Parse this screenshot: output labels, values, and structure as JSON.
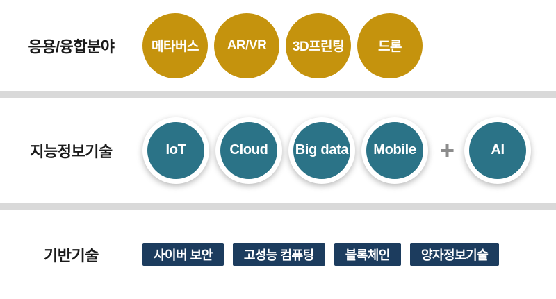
{
  "rows": [
    {
      "label": "응용/융합분야",
      "items": [
        "메타버스",
        "AR/VR",
        "3D프린팅",
        "드론"
      ]
    },
    {
      "label": "지능정보기술",
      "items": [
        "IoT",
        "Cloud",
        "Big data",
        "Mobile"
      ],
      "plus": "+",
      "extra": "AI"
    },
    {
      "label": "기반기술",
      "items": [
        "사이버 보안",
        "고성능 컴퓨팅",
        "블록체인",
        "양자정보기술"
      ]
    }
  ],
  "colors": {
    "gold_circle": "#c5930d",
    "teal_circle": "#2b7387",
    "navy_box": "#1c3c5e",
    "divider": "#d9d9d9",
    "plus_sign": "#8c8c8c",
    "label_text": "#1a1a1a",
    "item_text": "#ffffff",
    "background": "#ffffff"
  }
}
